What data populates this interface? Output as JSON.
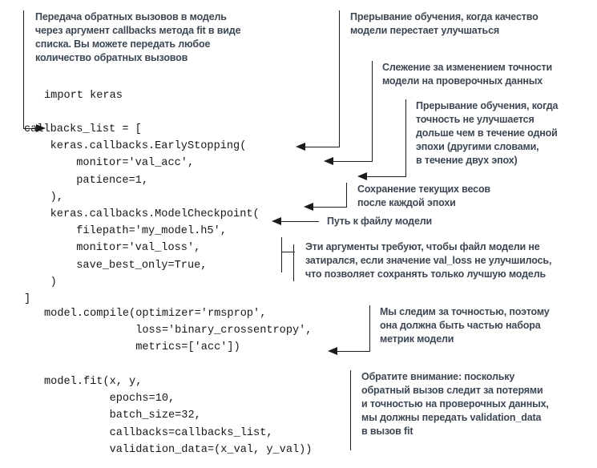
{
  "figure": {
    "kind": "annotated-code-listing",
    "language": "python",
    "text_color": "#3d4753",
    "code_color": "#15171a",
    "line_color": "#1b1b1b",
    "background": "#ffffff"
  },
  "code": {
    "block_1": "import keras",
    "block_2": "callbacks_list = [\n    keras.callbacks.EarlyStopping(\n        monitor='val_acc',\n        patience=1,\n    ),\n    keras.callbacks.ModelCheckpoint(\n        filepath='my_model.h5',\n        monitor='val_loss',\n        save_best_only=True,\n    )\n]",
    "block_3": "model.compile(optimizer='rmsprop',\n              loss='binary_crossentropy',\n              metrics=['acc'])",
    "block_4": "model.fit(x, y,\n          epochs=10,\n          batch_size=32,\n          callbacks=callbacks_list,\n          validation_data=(x_val, y_val))"
  },
  "annotations": {
    "pass_callbacks": "Передача обратных вызовов в модель\nчерез аргумент callbacks метода fit в виде\nсписка. Вы можете передать любое\nколичество обратных вызовов",
    "interrupt_training": "Прерывание обучения, когда качество\nмодели перестает улучшаться",
    "monitor_accuracy": "Слежение за изменением точности\nмодели на проверочных данных",
    "interrupt_patience": "Прерывание обучения, когда\nточность не улучшается\nдольше чем в течение одной\nэпохи (другими словами,\nв течение двух эпох)",
    "save_weights": "Сохранение текущих весов\nпосле каждой эпохи",
    "model_file_path": "Путь к файлу модели",
    "overwrite_rule": "Эти аргументы требуют, чтобы файл модели не\nзатирался, если значение val_loss не улучшилось,\nчто позволяет сохранять только лучшую модель",
    "metrics_note": "Мы следим за точностью, поэтому\nона должна быть частью набора\nметрик модели",
    "validation_note": "Обратите внимание: поскольку\nобратный вызов следит за потерями\nи точностью на проверочных данных,\nмы должны передать validation_data\nв вызов fit"
  }
}
